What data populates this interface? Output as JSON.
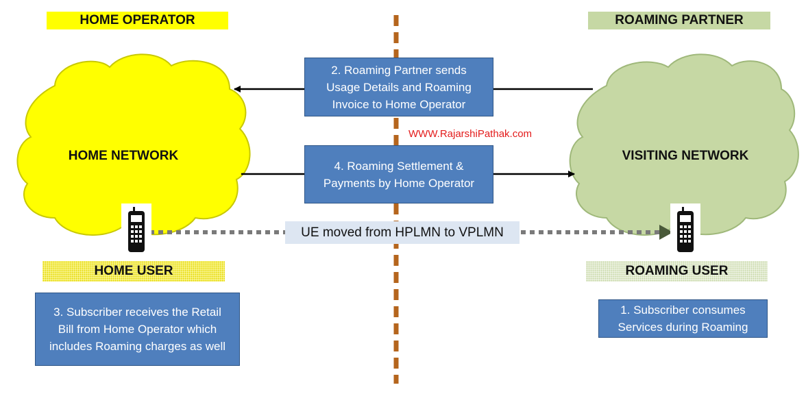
{
  "headers": {
    "home_operator": "HOME OPERATOR",
    "roaming_partner": "ROAMING PARTNER"
  },
  "networks": {
    "home": "HOME NETWORK",
    "visiting": "VISITING NETWORK"
  },
  "users": {
    "home": "HOME USER",
    "roaming": "ROAMING USER"
  },
  "steps": {
    "step1": "1. Subscriber consumes\nServices during Roaming",
    "step2": "2. Roaming Partner sends\nUsage Details and Roaming\nInvoice to Home Operator",
    "step3": "3. Subscriber receives the Retail\nBill from Home Operator which\nincludes Roaming charges as well",
    "step4": "4. Roaming Settlement &\nPayments by Home Operator"
  },
  "ue_move_label": "UE moved from HPLMN to VPLMN",
  "watermark": "WWW.RajarshiPathak.com",
  "colors": {
    "home_cloud": "#ffff00",
    "visiting_cloud": "#c6d8a4",
    "step_box": "#4f7fbd",
    "divider": "#b5651d",
    "watermark": "#e31b1b",
    "ue_label_bg": "#dde6f2"
  },
  "icons": {
    "home_phone": "mobile-phone-icon",
    "roaming_phone": "mobile-phone-icon"
  }
}
